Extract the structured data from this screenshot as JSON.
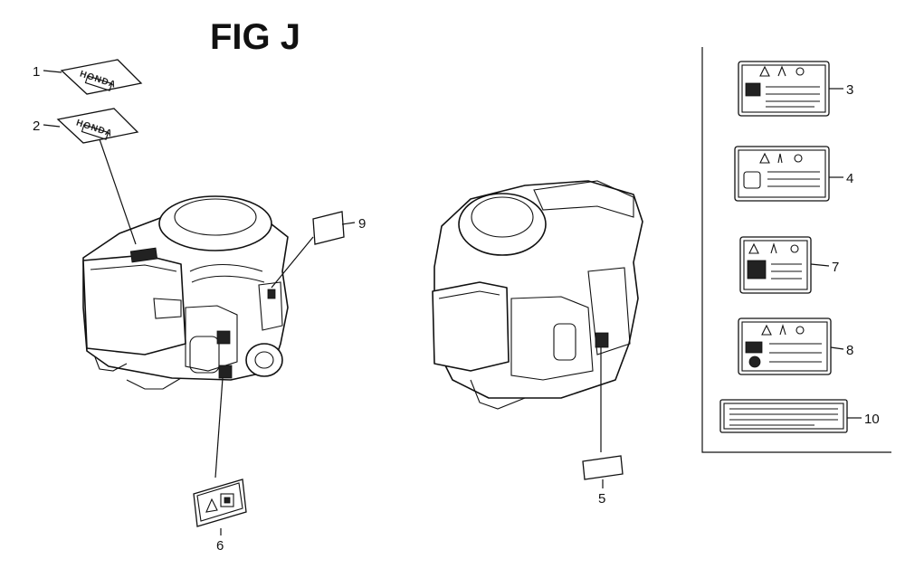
{
  "figure": {
    "title": "FIG J",
    "brand_text": "HONDA"
  },
  "callouts": [
    {
      "id": "1",
      "text": "1"
    },
    {
      "id": "2",
      "text": "2"
    },
    {
      "id": "3",
      "text": "3"
    },
    {
      "id": "4",
      "text": "4"
    },
    {
      "id": "5",
      "text": "5"
    },
    {
      "id": "6",
      "text": "6"
    },
    {
      "id": "7",
      "text": "7"
    },
    {
      "id": "8",
      "text": "8"
    },
    {
      "id": "9",
      "text": "9"
    },
    {
      "id": "10",
      "text": "10"
    }
  ],
  "icons": {
    "warning": "warning-triangle-icon",
    "hot": "hot-surface-icon",
    "fire": "fire-icon",
    "manual": "read-manual-icon"
  }
}
